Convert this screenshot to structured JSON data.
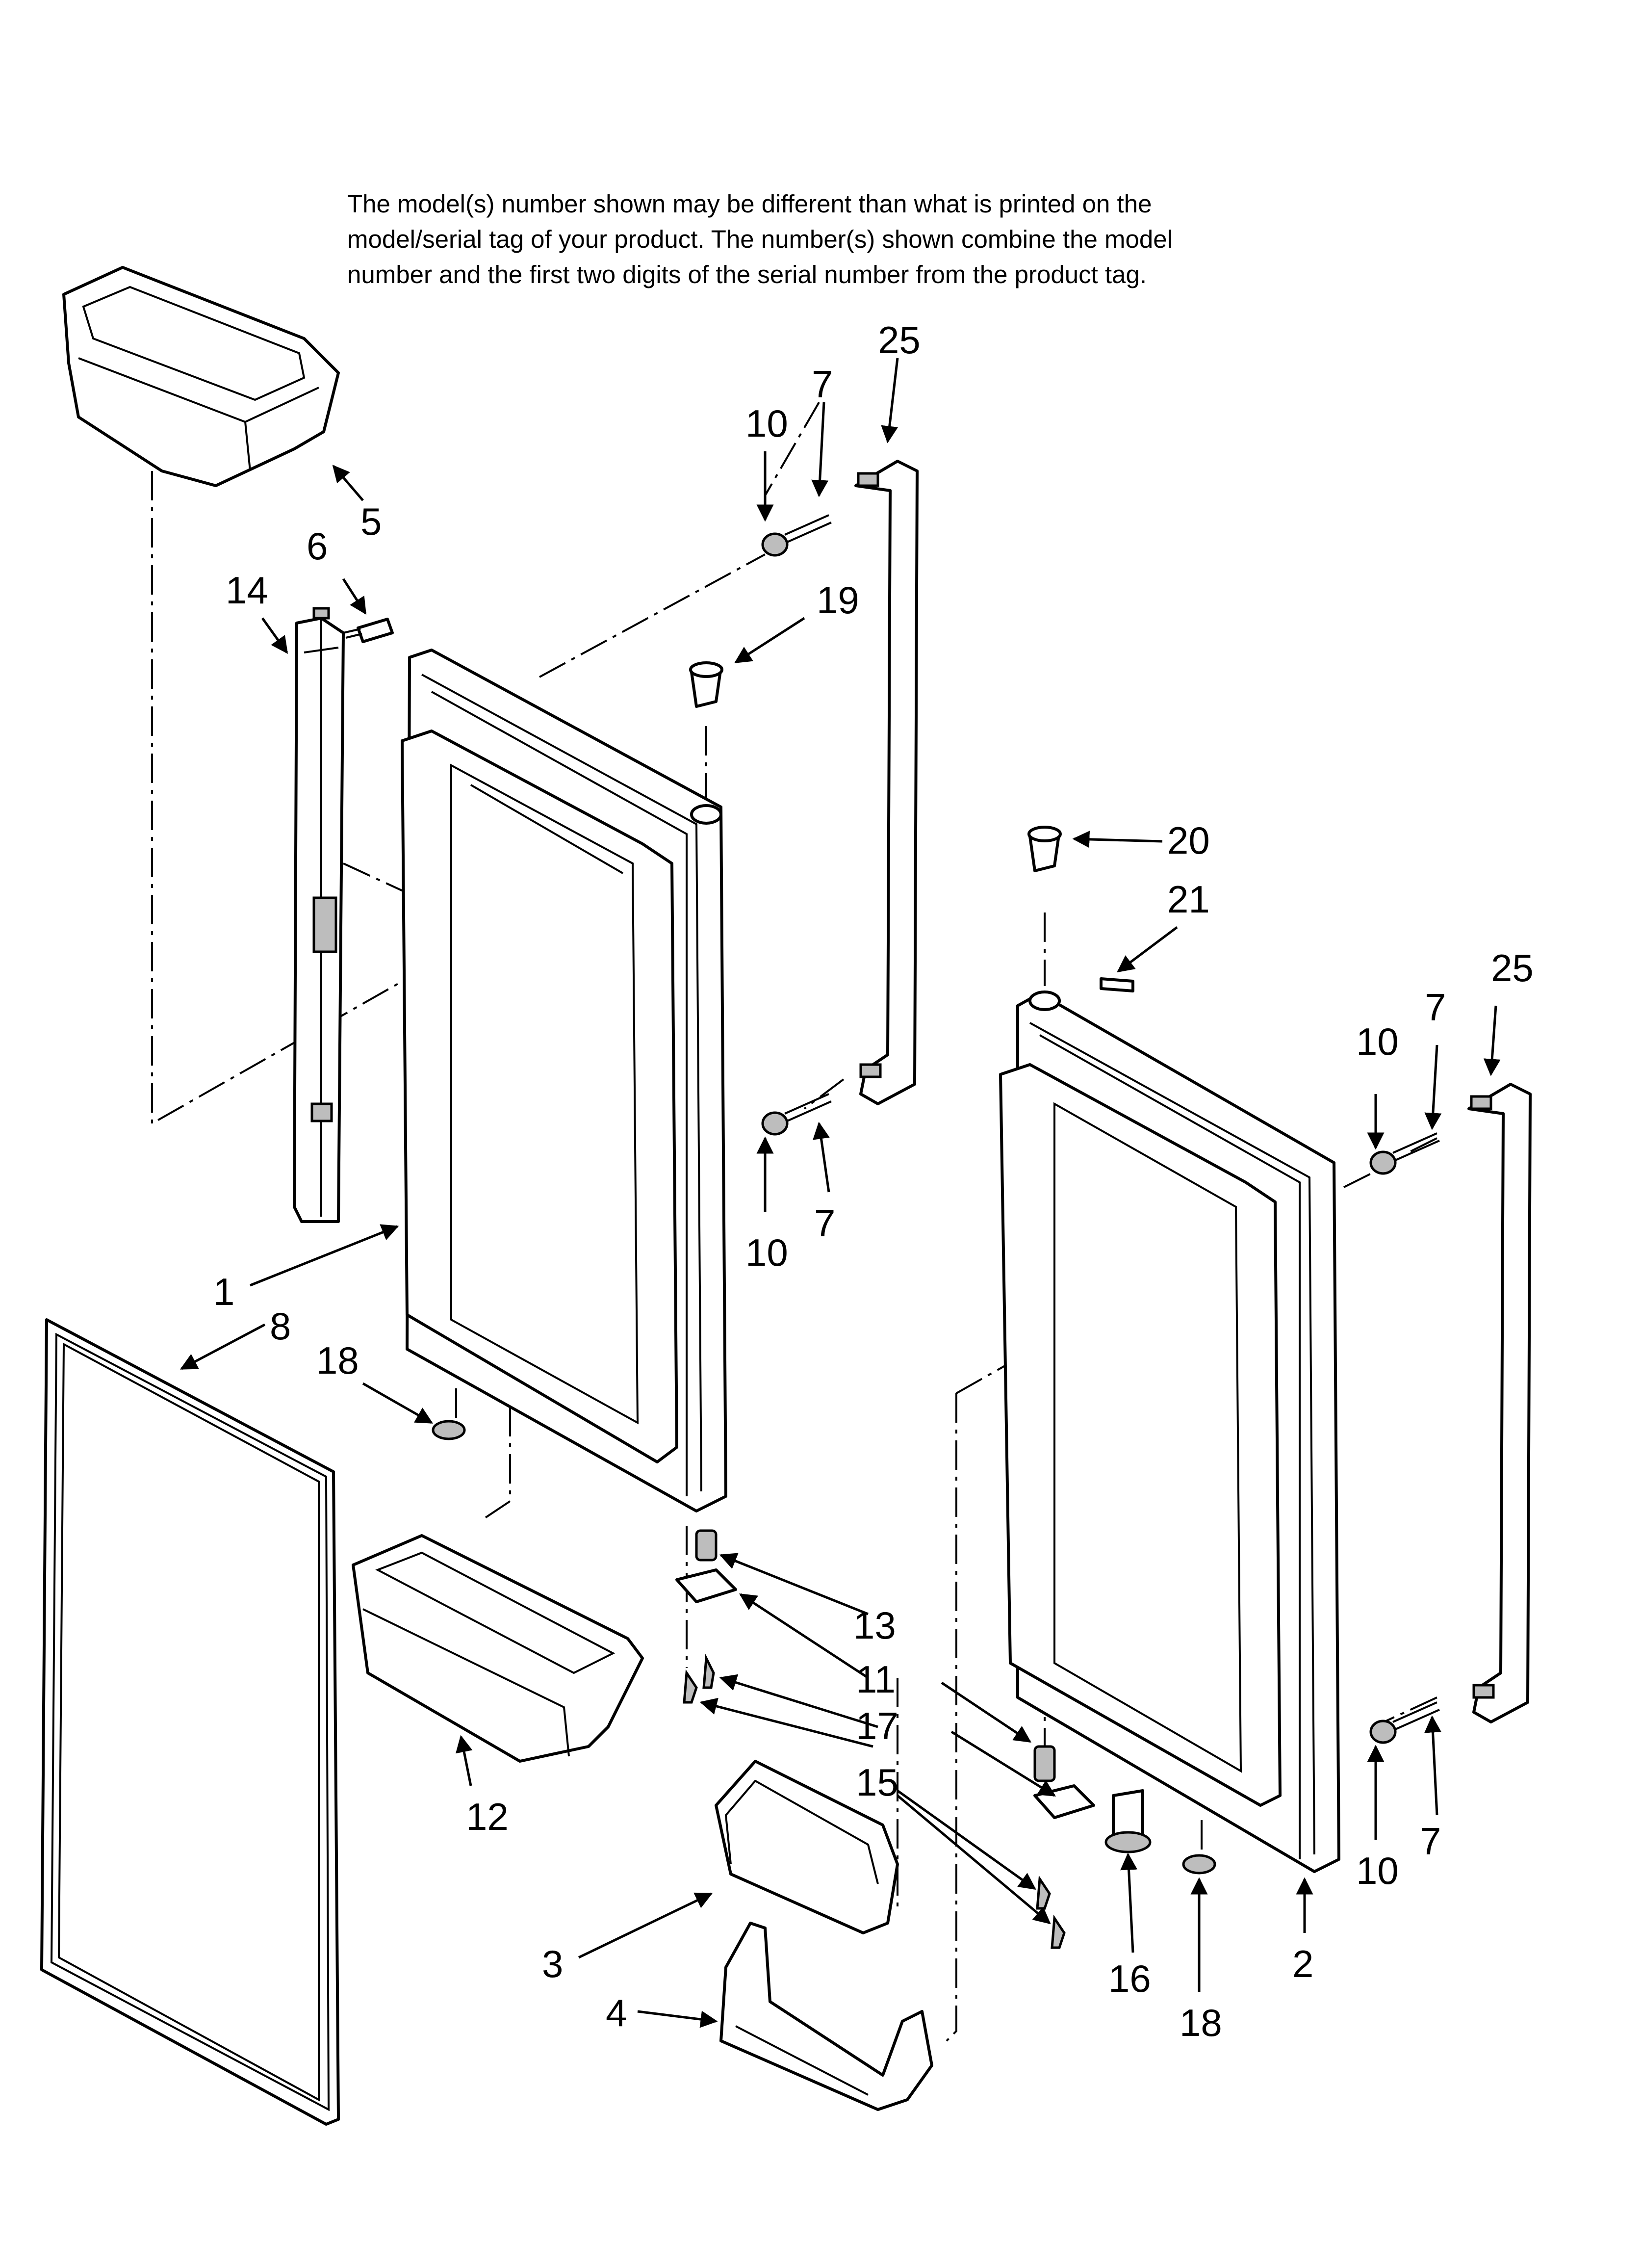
{
  "note": {
    "line1": "The model(s) number shown may be different than what is printed on the",
    "line2": "model/serial tag of your product. The number(s) shown combine the model",
    "line3": "number and the first two digits of the serial number from the product tag."
  },
  "callouts": {
    "c1": "1",
    "c2": "2",
    "c3": "3",
    "c4": "4",
    "c5": "5",
    "c6": "6",
    "c7a": "7",
    "c7b": "7",
    "c7c": "7",
    "c7d": "7",
    "c8": "8",
    "c10a": "10",
    "c10b": "10",
    "c10c": "10",
    "c10d": "10",
    "c11": "11",
    "c12": "12",
    "c13": "13",
    "c14": "14",
    "c15a": "15",
    "c16": "16",
    "c17": "17",
    "c18a": "18",
    "c18b": "18",
    "c19": "19",
    "c20": "20",
    "c21": "21",
    "c25a": "25",
    "c25b": "25"
  }
}
